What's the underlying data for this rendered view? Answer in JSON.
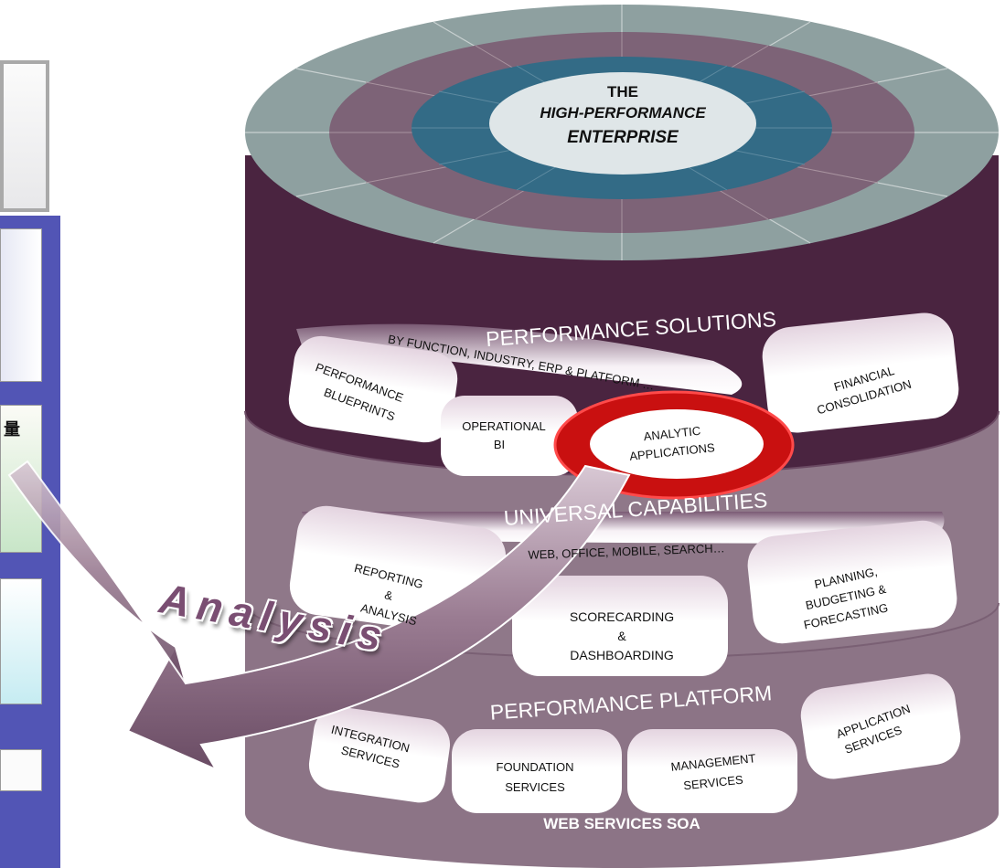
{
  "top": {
    "line1": "THE",
    "line2": "HIGH-PERFORMANCE",
    "line3": "ENTERPRISE"
  },
  "tiers": {
    "solutions": "PERFORMANCE SOLUTIONS",
    "capabilities": "UNIVERSAL CAPABILITIES",
    "platform": "PERFORMANCE PLATFORM"
  },
  "solutions_band": "BY FUNCTION, INDUSTRY, ERP & PLATFORM …",
  "capabilities_band": "WEB, OFFICE, MOBILE, SEARCH…",
  "solutions_items": {
    "blueprints": [
      "PERFORMANCE",
      "BLUEPRINTS"
    ],
    "operational": [
      "OPERATIONAL",
      "BI"
    ],
    "analytic": [
      "ANALYTIC",
      "APPLICATIONS"
    ],
    "financial": [
      "FINANCIAL",
      "CONSOLIDATION"
    ]
  },
  "capabilities_items": {
    "reporting": [
      "REPORTING",
      "&",
      "ANALYSIS"
    ],
    "scorecarding": [
      "SCORECARDING",
      "&",
      "DASHBOARDING"
    ],
    "planning": [
      "PLANNING,",
      "BUDGETING &",
      "FORECASTING"
    ]
  },
  "platform_items": {
    "integration": [
      "INTEGRATION",
      "SERVICES"
    ],
    "foundation": [
      "FOUNDATION",
      "SERVICES"
    ],
    "management": [
      "MANAGEMENT",
      "SERVICES"
    ],
    "application": [
      "APPLICATION",
      "SERVICES"
    ]
  },
  "base": "WEB SERVICES SOA",
  "arrow_label": "Analysis",
  "left_panel_char": "量",
  "colors": {
    "dark_plum": "#4a2440",
    "mid_mauve": "#8c7486",
    "light_mauve": "#a08c9c",
    "teal": "#336b86",
    "sage": "#8ea0a0",
    "highlight_red": "#d01010",
    "panel_blue": "#5255b5"
  }
}
